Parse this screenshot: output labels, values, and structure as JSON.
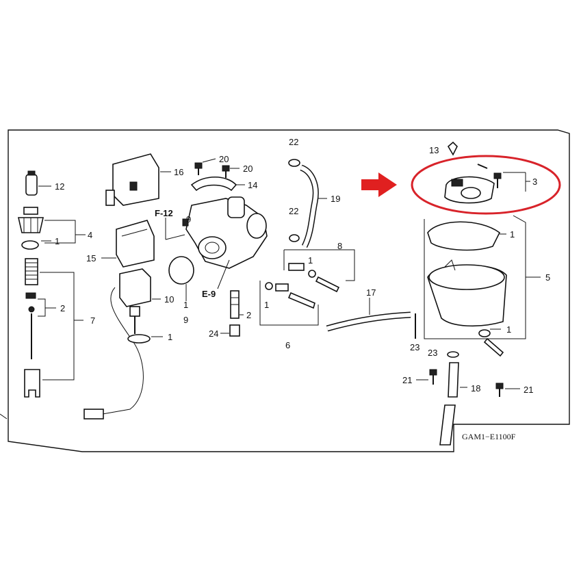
{
  "diagram_code": "GAM1−E1100F",
  "ref_labels": [
    "F-12",
    "E-9"
  ],
  "part_numbers": {
    "p1": "1",
    "p2": "2",
    "p3": "3",
    "p4": "4",
    "p5": "5",
    "p6": "6",
    "p7": "7",
    "p8": "8",
    "p9": "9",
    "p10": "10",
    "p12": "12",
    "p13": "13",
    "p14": "14",
    "p15": "15",
    "p16": "16",
    "p17": "17",
    "p18": "18",
    "p19": "19",
    "p20": "20",
    "p21": "21",
    "p22": "22",
    "p23": "23",
    "p24": "24"
  },
  "highlight": {
    "color": "#d8232a",
    "target_part": "3"
  }
}
